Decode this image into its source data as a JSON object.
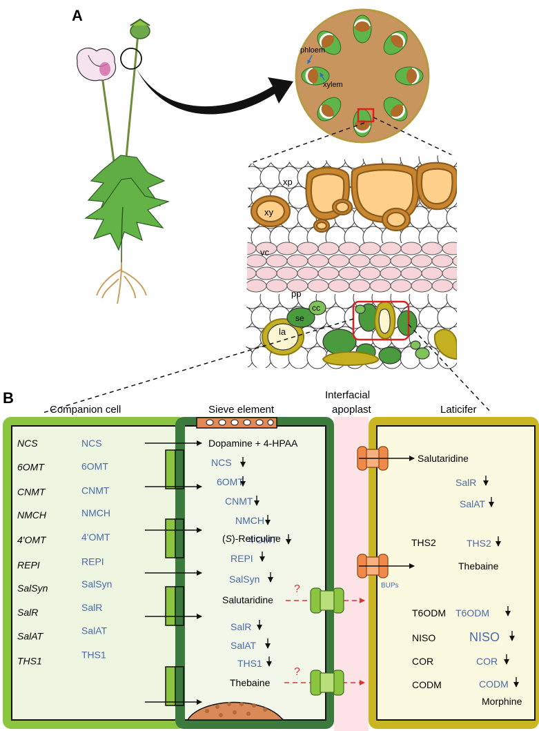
{
  "panel_a": {
    "label": "A",
    "section_labels": {
      "phloem": "phloem",
      "xylem": "xylem"
    },
    "tissue_labels": {
      "xp": "xp",
      "xy": "xy",
      "vc": "vc",
      "pp": "pp",
      "cc": "cc",
      "se": "se",
      "la": "la"
    }
  },
  "panel_b": {
    "label": "B",
    "headers": {
      "companion_cell": "Companion cell",
      "sieve_element": "Sieve element",
      "apoplast_1": "Interfacial",
      "apoplast_2": "apoplast",
      "laticifer": "Laticifer"
    },
    "genes": [
      "NCS",
      "6OMT",
      "CNMT",
      "NMCH",
      "4'OMT",
      "REPI",
      "SalSyn",
      "SalR",
      "SalAT",
      "THS1"
    ],
    "proteins": [
      "NCS",
      "6OMT",
      "CNMT",
      "NMCH",
      "4'OMT",
      "REPI",
      "SalSyn",
      "SalR",
      "SalAT",
      "THS1"
    ],
    "sieve_pathway": {
      "start": "Dopamine + 4-HPAA",
      "enzymes_1": [
        "NCS",
        "6OMT",
        "CNMT",
        "NMCH",
        "4'OMT"
      ],
      "reticuline_prefix": "(",
      "reticuline_s": "S",
      "reticuline_suffix": ")-Reticuline",
      "enzymes_2": [
        "REPI",
        "SalSyn"
      ],
      "salutaridine": "Salutaridine",
      "enzymes_3": [
        "SalR",
        "SalAT",
        "THS1"
      ],
      "thebaine": "Thebaine",
      "question": "?"
    },
    "laticifer_pathway": {
      "salutaridine": "Salutaridine",
      "enzymes_1": [
        "SalR",
        "SalAT",
        "THS2"
      ],
      "ths2_black": "THS2",
      "thebaine": "Thebaine",
      "bups": "BUPs",
      "black_enzymes": [
        "T6ODM",
        "NISO",
        "COR",
        "CODM"
      ],
      "blue_enzymes": [
        "T6ODM",
        "NISO",
        "COR",
        "CODM"
      ],
      "morphine": "Morphine"
    },
    "colors": {
      "gene_text": "#111111",
      "protein_blue": "#4a6aa8",
      "cc_border": "#8cc53f",
      "se_border": "#3d7a3d",
      "lat_border": "#c9b622",
      "apoplast": "#fbe3e6",
      "transporter": "#f08a4b",
      "channel": "#8cc53f",
      "red_arrow": "#e03030"
    }
  }
}
